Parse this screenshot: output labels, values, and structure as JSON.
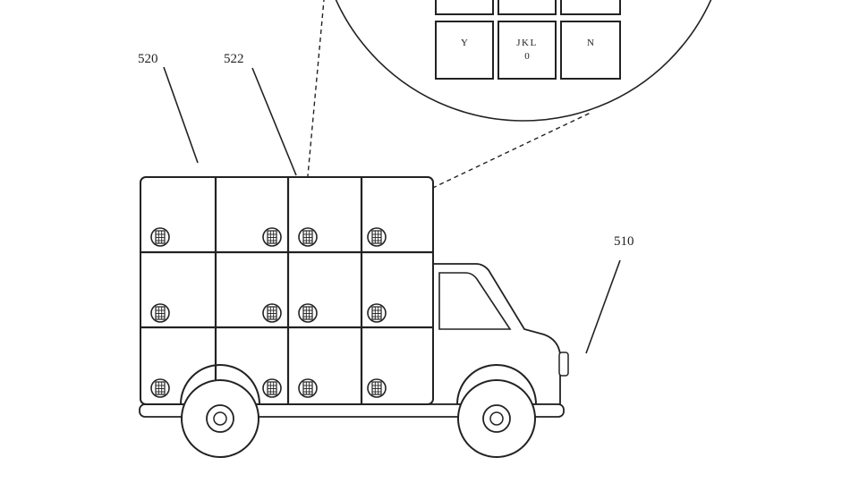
{
  "reference_numerals": {
    "vehicle": "510",
    "locker_unit": "520",
    "keypad": "522"
  },
  "keypad_detail": {
    "visible_keys": [
      {
        "label": "Y",
        "sub": ""
      },
      {
        "label": "JKL",
        "sub": "0"
      },
      {
        "label": "N",
        "sub": ""
      }
    ]
  },
  "locker_grid": {
    "rows": 3,
    "columns": 4
  }
}
